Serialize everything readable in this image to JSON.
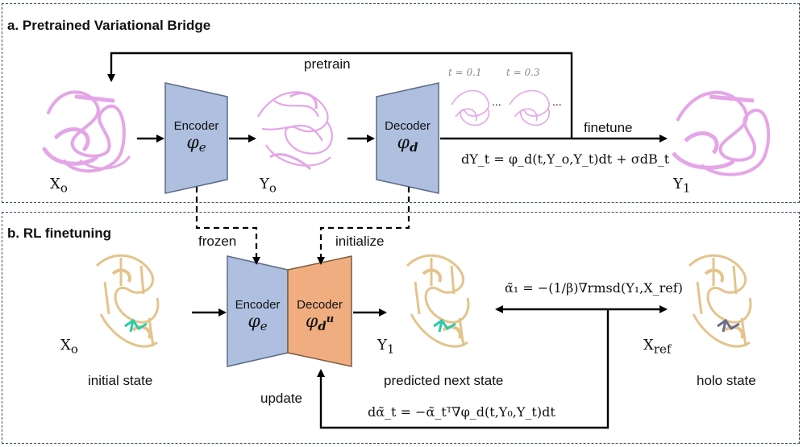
{
  "panel_a": {
    "title": "a. Pretrained Variational Bridge",
    "pretrain_label": "pretrain",
    "finetune_label": "finetune",
    "encoder": {
      "name": "Encoder",
      "symbol": "φ",
      "sub": "e"
    },
    "decoder": {
      "name": "Decoder",
      "symbol": "φ",
      "sub": "d"
    },
    "x0": "X",
    "x0_sub": "o",
    "y0": "Y",
    "y0_sub": "o",
    "y1": "Y",
    "y1_sub": "1",
    "t1": "t = 0.1",
    "t2": "t = 0.3",
    "dots": "...",
    "equation": "dY_t = φ_d(t,Y_o,Y_t)dt + σdB_t"
  },
  "panel_b": {
    "title": "b. RL finetuning",
    "frozen_label": "frozen",
    "initialize_label": "initialize",
    "update_label": "update",
    "encoder": {
      "name": "Encoder",
      "symbol": "φ",
      "sub": "e"
    },
    "decoder": {
      "name": "Decoder",
      "symbol": "φ",
      "sub": "d",
      "sup": "u"
    },
    "x0": "X",
    "x0_sub": "o",
    "y1": "Y",
    "y1_sub": "1",
    "xref": "X",
    "xref_sub": "ref",
    "initial_state": "initial state",
    "predicted_state": "predicted next state",
    "holo_state": "holo state",
    "reward_eq": "α̃₁ = −(1/β)∇rmsd(Y₁,X_ref)",
    "update_eq": "dα̃_t = −α̃_tᵀ∇φ_d(t,Y₀,Y_t)dt"
  },
  "colors": {
    "encoder": "#aebfdf",
    "decoder_b": "#f0ae80",
    "protein_a": "#e4a6e6",
    "protein_b": "#e4c48c",
    "ligand_init": "#2cc9a8",
    "ligand_holo": "#6b6b88",
    "panel_border": "#3a4f73"
  }
}
